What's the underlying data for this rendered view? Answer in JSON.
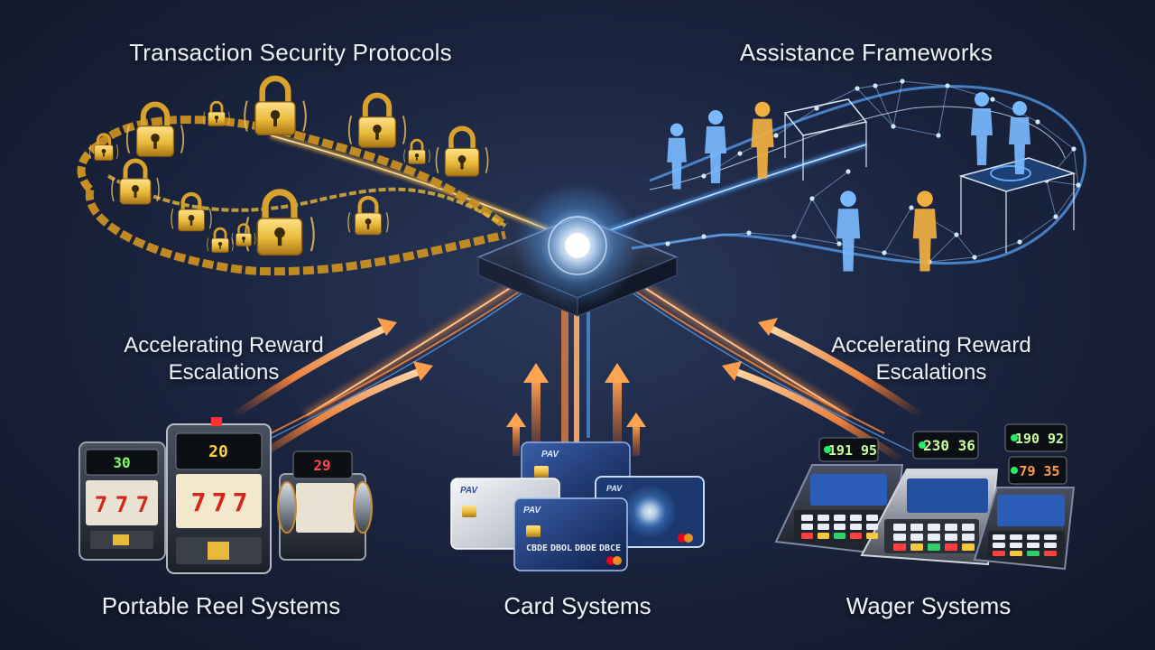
{
  "labels": {
    "top_left": "Transaction Security Protocols",
    "top_right": "Assistance Frameworks",
    "mid_left": [
      "Accelerating Reward",
      "Escalations"
    ],
    "mid_right": [
      "Accelerating Reward",
      "Escalations"
    ],
    "bottom_left": "Portable Reel Systems",
    "bottom_center": "Card Systems",
    "bottom_right": "Wager Systems"
  },
  "devices": {
    "slot_displays": [
      "30",
      "20",
      "29"
    ],
    "slot_reel_symbols": [
      "7",
      "7",
      "7"
    ],
    "card_brand": "PAV",
    "card_number_groups": [
      "CBDE",
      "DBOL",
      "DBOE",
      "DBCE"
    ],
    "terminal_displays": [
      "191 95",
      "230 36",
      "190 92",
      "79 35"
    ]
  },
  "colors": {
    "background": "#1b2540",
    "gold": "#e8b93a",
    "blue": "#5aa8ff",
    "orange": "#ff8a3c",
    "hub_glow": "#cfe6ff"
  },
  "icons": [
    "padlock-icon",
    "chain-icon",
    "person-icon",
    "network-mesh-icon",
    "hub-icon",
    "arrow-icon",
    "slot-machine-icon",
    "credit-card-icon",
    "payment-terminal-icon"
  ]
}
